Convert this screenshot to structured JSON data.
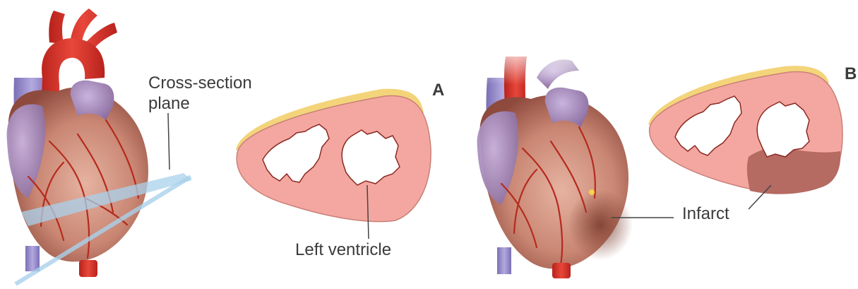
{
  "panels": [
    {
      "letter": "A"
    },
    {
      "letter": "B"
    }
  ],
  "labels": {
    "cross_section_line1": "Cross-section",
    "cross_section_line2": "plane",
    "left_ventricle": "Left ventricle",
    "infarct": "Infarct"
  },
  "colors": {
    "myocardium": "#f4a7a0",
    "myocardium_edge": "#c98078",
    "fat": "#f3d47a",
    "infarct": "#b56a62",
    "aorta": "#d9342a",
    "vein": "#8f86c8",
    "heart_body": "#c9836f",
    "plane": "#a9d2ec"
  }
}
